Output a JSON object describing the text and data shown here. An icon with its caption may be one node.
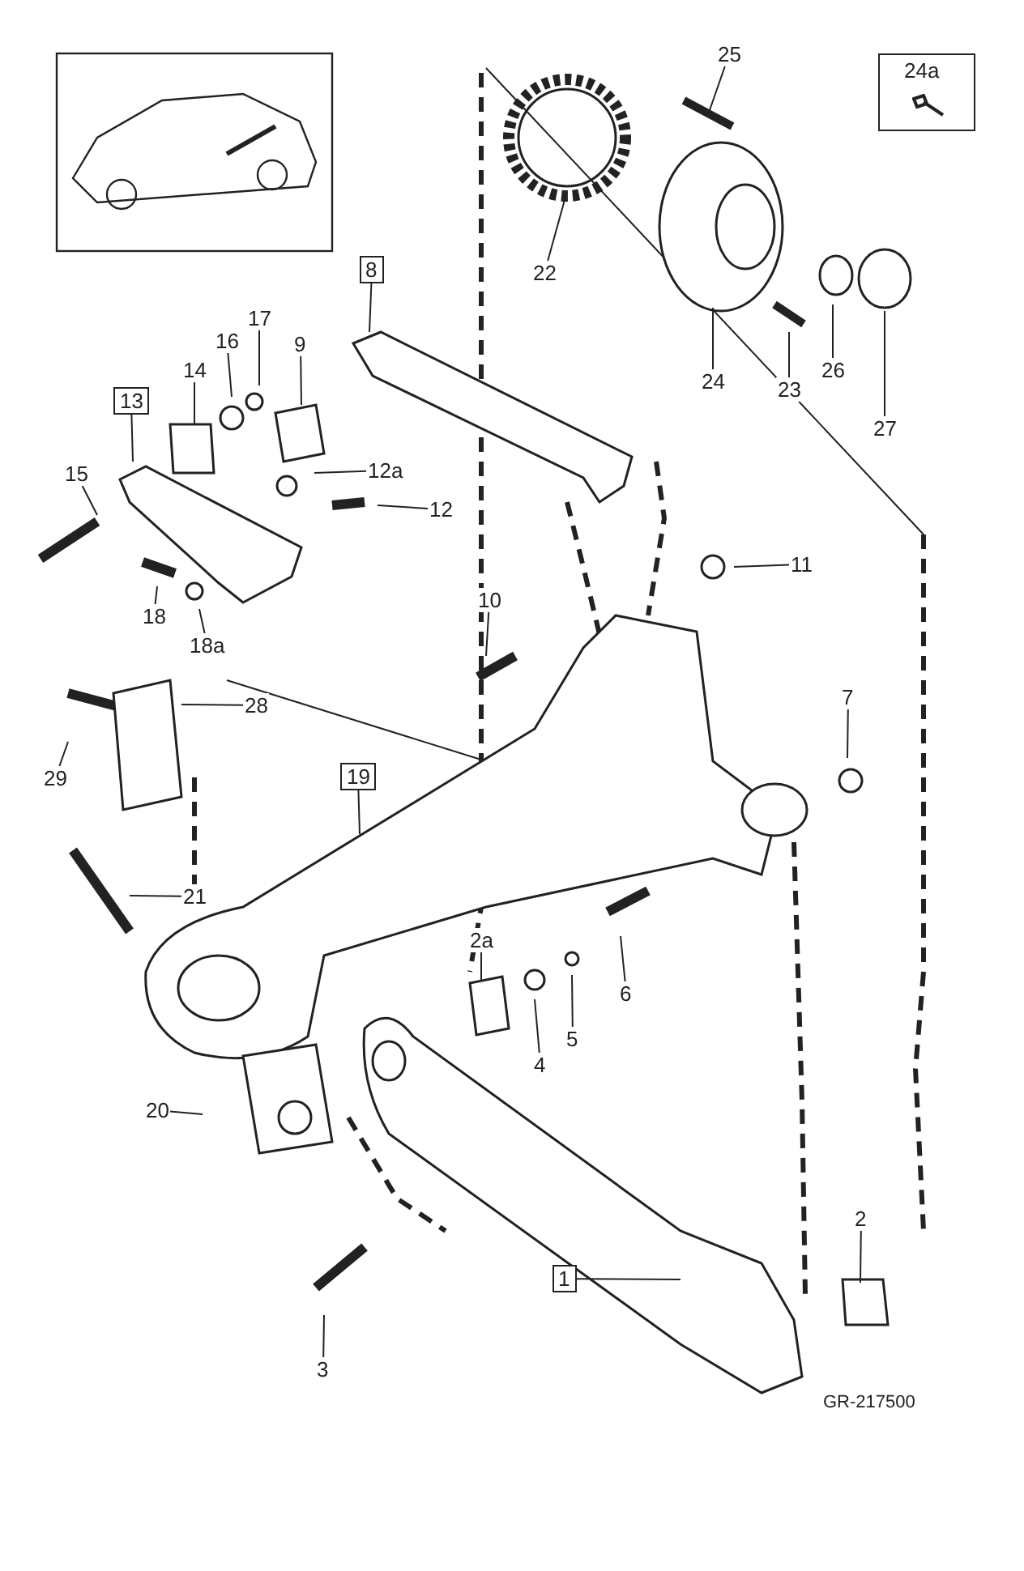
{
  "diagram": {
    "nodes": [
      {
        "text": [
          "25"
        ]
      },
      {
        "text": [
          "24a"
        ]
      },
      {
        "text": [
          "22"
        ]
      },
      {
        "text": [
          "8"
        ]
      },
      {
        "text": [
          "17"
        ]
      },
      {
        "text": [
          "16"
        ]
      },
      {
        "text": [
          "9"
        ]
      },
      {
        "text": [
          "14"
        ]
      },
      {
        "text": [
          "13"
        ]
      },
      {
        "text": [
          "15"
        ]
      },
      {
        "text": [
          "12a"
        ]
      },
      {
        "text": [
          "12"
        ]
      },
      {
        "text": [
          "24"
        ]
      },
      {
        "text": [
          "23"
        ]
      },
      {
        "text": [
          "26"
        ]
      },
      {
        "text": [
          "27"
        ]
      },
      {
        "text": [
          "18"
        ]
      },
      {
        "text": [
          "18a"
        ]
      },
      {
        "text": [
          "11"
        ]
      },
      {
        "text": [
          "10"
        ]
      },
      {
        "text": [
          "7"
        ]
      },
      {
        "text": [
          "28"
        ]
      },
      {
        "text": [
          "29"
        ]
      },
      {
        "text": [
          "19"
        ]
      },
      {
        "text": [
          "21"
        ]
      },
      {
        "text": [
          "2a"
        ]
      },
      {
        "text": [
          "5"
        ]
      },
      {
        "text": [
          "4"
        ]
      },
      {
        "text": [
          "6"
        ]
      },
      {
        "text": [
          "20"
        ]
      },
      {
        "text": [
          "2"
        ]
      },
      {
        "text": [
          "1"
        ]
      },
      {
        "text": [
          "3"
        ]
      }
    ],
    "edges": [
      {
        "from": 0,
        "to": null,
        "arrow": "none"
      },
      {
        "from": 2,
        "to": null,
        "arrow": "none"
      },
      {
        "from": 3,
        "to": null,
        "arrow": "none"
      },
      {
        "from": 4,
        "to": null,
        "arrow": "none"
      },
      {
        "from": 5,
        "to": null,
        "arrow": "none"
      },
      {
        "from": 6,
        "to": null,
        "arrow": "none"
      },
      {
        "from": 7,
        "to": null,
        "arrow": "none"
      },
      {
        "from": 8,
        "to": null,
        "arrow": "none"
      },
      {
        "from": 9,
        "to": null,
        "arrow": "none"
      },
      {
        "from": 10,
        "to": null,
        "arrow": "none"
      },
      {
        "from": 11,
        "to": null,
        "arrow": "none"
      },
      {
        "from": 12,
        "to": null,
        "arrow": "none"
      },
      {
        "from": 13,
        "to": null,
        "arrow": "none"
      },
      {
        "from": 14,
        "to": null,
        "arrow": "none"
      },
      {
        "from": 15,
        "to": null,
        "arrow": "none"
      },
      {
        "from": 16,
        "to": null,
        "arrow": "none"
      },
      {
        "from": 17,
        "to": null,
        "arrow": "none"
      },
      {
        "from": 18,
        "to": null,
        "arrow": "none"
      },
      {
        "from": 19,
        "to": null,
        "arrow": "none"
      },
      {
        "from": 20,
        "to": null,
        "arrow": "none"
      },
      {
        "from": 21,
        "to": null,
        "arrow": "none"
      },
      {
        "from": 22,
        "to": null,
        "arrow": "none"
      },
      {
        "from": 23,
        "to": null,
        "arrow": "none"
      },
      {
        "from": 24,
        "to": null,
        "arrow": "none"
      },
      {
        "from": 25,
        "to": null,
        "arrow": "none"
      },
      {
        "from": 26,
        "to": null,
        "arrow": "none"
      },
      {
        "from": 27,
        "to": null,
        "arrow": "none"
      },
      {
        "from": 28,
        "to": null,
        "arrow": "none"
      },
      {
        "from": 29,
        "to": null,
        "arrow": "none"
      },
      {
        "from": 30,
        "to": null,
        "arrow": "none"
      },
      {
        "from": 31,
        "to": null,
        "arrow": "none"
      },
      {
        "from": 32,
        "to": null,
        "arrow": "none"
      }
    ],
    "labels": [
      "GR-217500"
    ]
  }
}
